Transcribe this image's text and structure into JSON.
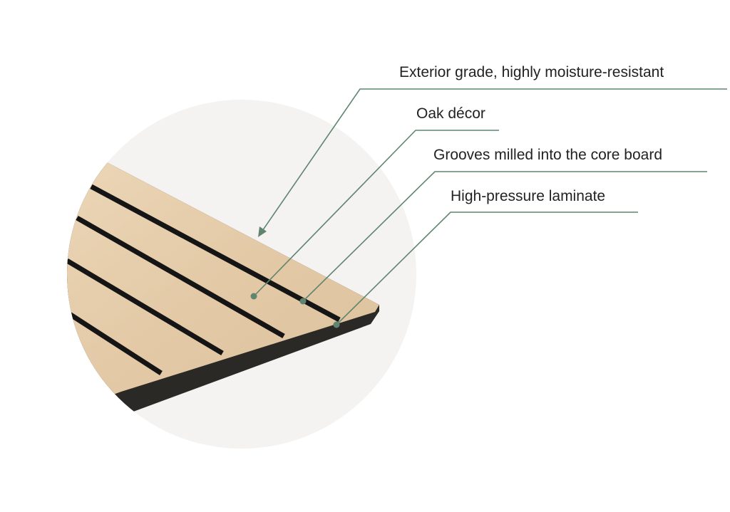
{
  "colors": {
    "accent": "#5f8570",
    "background_circle": "#f4f3f1",
    "wood": "#e6cfae",
    "groove": "#1a1a1a",
    "core": "#2a2926"
  },
  "labels": [
    {
      "text": "Exterior grade, highly moisture-resistant"
    },
    {
      "text": "Oak décor"
    },
    {
      "text": "Grooves milled into the core board"
    },
    {
      "text": "High-pressure laminate"
    }
  ]
}
